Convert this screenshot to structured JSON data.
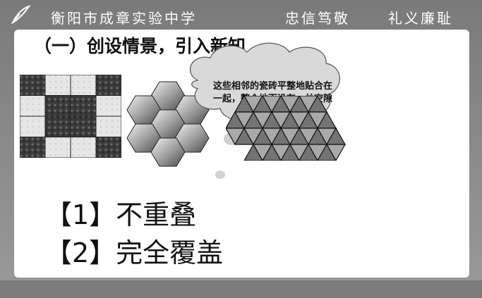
{
  "header": {
    "school_name": "衡阳市成章实验中学",
    "motto_1": "忠信笃敬",
    "motto_2": "礼义廉耻",
    "logo_icon": "quill-pen-icon"
  },
  "slide": {
    "title": "（一）创设情景，引入新知",
    "bubble_text": "这些相邻的瓷砖平整地贴合在一起，整个地面没有一丝空隙",
    "points": [
      "【1】不重叠",
      "【2】完全覆盖"
    ],
    "figures": [
      "square-tile-pattern",
      "hexagon-tile-pattern",
      "triangle-tile-pattern"
    ]
  }
}
